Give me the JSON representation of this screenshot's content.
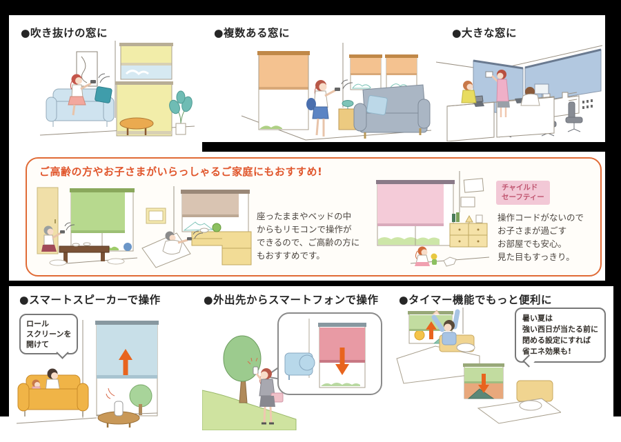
{
  "page": {
    "description": "Roller screen remote-control use-case brochure panel",
    "palette": {
      "frame": "#000000",
      "panel": "#ffffff",
      "heading_text": "#262626",
      "body_text": "#4a443e",
      "box_border": "#e06a35",
      "box_title_color": "#e0552b",
      "badge_bg": "#f2c8d6",
      "badge_text": "#c05570",
      "arrow_orange": "#e8641e",
      "screen_yellow": "#f2eda9",
      "screen_orange": "#f4c290",
      "screen_office_blue": "#b2c8e0",
      "screen_green": "#b7d98e",
      "screen_tan": "#d9c4b2",
      "screen_pink": "#f4cbd8",
      "screen_lightblue": "#c8dfe8",
      "screen_red": "#e89aa4",
      "screen_timer_green": "#c2dca0"
    }
  },
  "top_row": {
    "items": [
      {
        "label": "●吹き抜けの窓に",
        "illustration": "living-room-atrium-windows-yellow-screens"
      },
      {
        "label": "●複数ある窓に",
        "illustration": "living-room-multiple-windows-orange-screens"
      },
      {
        "label": "●大きな窓に",
        "illustration": "office-large-windows-blue-screens"
      }
    ]
  },
  "recommend_box": {
    "title": "ご高齢の方やお子さまがいらっしゃるご家庭にもおすすめ!",
    "elderly_text_lines": [
      "座ったままやベッドの中",
      "からもリモコンで操作が",
      "できるので、ご高齢の方に",
      "もおすすめです。"
    ],
    "child_safety_badge_lines": [
      "チャイルド",
      "セーフティー"
    ],
    "child_text_lines": [
      "操作コードがないので",
      "お子さまが過ごす",
      "お部屋でも安心。",
      "見た目もすっきり。"
    ]
  },
  "bottom_row": {
    "items": [
      {
        "label": "●スマートスピーカーで操作",
        "bubble_lines": [
          "ロール",
          "スクリーンを",
          "開けて"
        ],
        "illustration": "smart-speaker-sofa-screen-opening"
      },
      {
        "label": "●外出先からスマートフォンで操作",
        "illustration": "smartphone-outdoors-screen-closing"
      },
      {
        "label": "●タイマー機能でもっと便利に",
        "bubble_lines": [
          "暑い夏は",
          "強い西日が当たる前に",
          "閉める設定にすれば",
          "省エネ効果も!"
        ],
        "illustration": "timer-morning-open-evening-close"
      }
    ]
  }
}
